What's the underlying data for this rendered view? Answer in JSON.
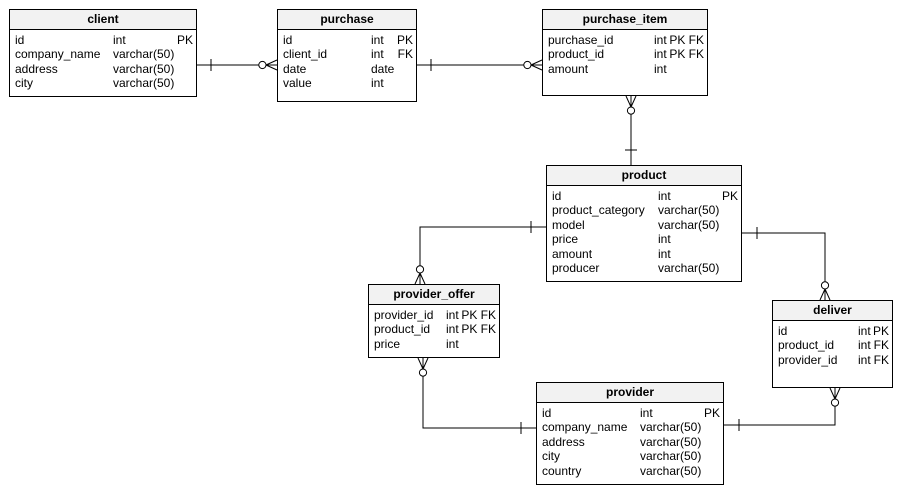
{
  "tables": [
    {
      "id": "client",
      "name": "client",
      "columns": [
        {
          "name": "id",
          "type": "int",
          "key": "PK"
        },
        {
          "name": "company_name",
          "type": "varchar(50)",
          "key": ""
        },
        {
          "name": "address",
          "type": "varchar(50)",
          "key": ""
        },
        {
          "name": "city",
          "type": "varchar(50)",
          "key": ""
        }
      ]
    },
    {
      "id": "purchase",
      "name": "purchase",
      "columns": [
        {
          "name": "id",
          "type": "int",
          "key": "PK"
        },
        {
          "name": "client_id",
          "type": "int",
          "key": "FK"
        },
        {
          "name": "date",
          "type": "date",
          "key": ""
        },
        {
          "name": "value",
          "type": "int",
          "key": ""
        }
      ]
    },
    {
      "id": "purchase_item",
      "name": "purchase_item",
      "columns": [
        {
          "name": "purchase_id",
          "type": "int",
          "key": "PK FK"
        },
        {
          "name": "product_id",
          "type": "int",
          "key": "PK FK"
        },
        {
          "name": "amount",
          "type": "int",
          "key": ""
        }
      ]
    },
    {
      "id": "product",
      "name": "product",
      "columns": [
        {
          "name": "id",
          "type": "int",
          "key": "PK"
        },
        {
          "name": "product_category",
          "type": "varchar(50)",
          "key": ""
        },
        {
          "name": "model",
          "type": "varchar(50)",
          "key": ""
        },
        {
          "name": "price",
          "type": "int",
          "key": ""
        },
        {
          "name": "amount",
          "type": "int",
          "key": ""
        },
        {
          "name": "producer",
          "type": "varchar(50)",
          "key": ""
        }
      ]
    },
    {
      "id": "provider_offer",
      "name": "provider_offer",
      "columns": [
        {
          "name": "provider_id",
          "type": "int",
          "key": "PK FK"
        },
        {
          "name": "product_id",
          "type": "int",
          "key": "PK FK"
        },
        {
          "name": "price",
          "type": "int",
          "key": ""
        }
      ]
    },
    {
      "id": "deliver",
      "name": "deliver",
      "columns": [
        {
          "name": "id",
          "type": "int",
          "key": "PK"
        },
        {
          "name": "product_id",
          "type": "int",
          "key": "FK"
        },
        {
          "name": "provider_id",
          "type": "int",
          "key": "FK"
        }
      ]
    },
    {
      "id": "provider",
      "name": "provider",
      "columns": [
        {
          "name": "id",
          "type": "int",
          "key": "PK"
        },
        {
          "name": "company_name",
          "type": "varchar(50)",
          "key": ""
        },
        {
          "name": "address",
          "type": "varchar(50)",
          "key": ""
        },
        {
          "name": "city",
          "type": "varchar(50)",
          "key": ""
        },
        {
          "name": "country",
          "type": "varchar(50)",
          "key": ""
        }
      ]
    }
  ],
  "relationships": [
    {
      "id": "client-purchase",
      "one": "client",
      "many": "purchase",
      "one_notation": "one",
      "many_notation": "zero-or-many"
    },
    {
      "id": "purchase-purchase_item",
      "one": "purchase",
      "many": "purchase_item",
      "one_notation": "one",
      "many_notation": "zero-or-many"
    },
    {
      "id": "product-purchase_item",
      "one": "product",
      "many": "purchase_item",
      "one_notation": "one",
      "many_notation": "zero-or-many"
    },
    {
      "id": "product-provider_offer",
      "one": "product",
      "many": "provider_offer",
      "one_notation": "one",
      "many_notation": "zero-or-many"
    },
    {
      "id": "product-deliver",
      "one": "product",
      "many": "deliver",
      "one_notation": "one",
      "many_notation": "zero-or-many"
    },
    {
      "id": "provider-provider_offer",
      "one": "provider",
      "many": "provider_offer",
      "one_notation": "one",
      "many_notation": "zero-or-many"
    },
    {
      "id": "provider-deliver",
      "one": "provider",
      "many": "deliver",
      "one_notation": "one",
      "many_notation": "zero-or-many"
    }
  ]
}
